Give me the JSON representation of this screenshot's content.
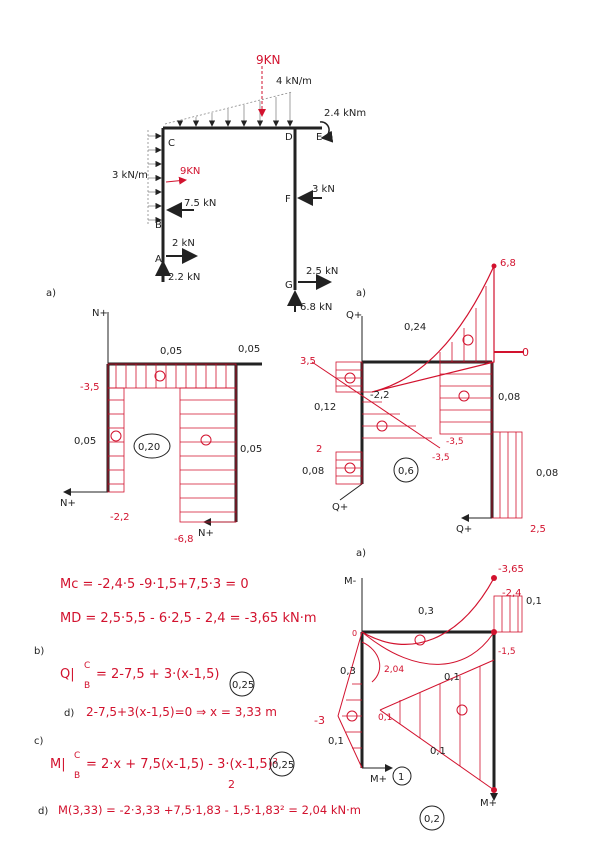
{
  "colors": {
    "ink": "#222222",
    "accent": "#d2122e"
  },
  "frame": {
    "load_top": "9KN",
    "dist_top": "4 kN/m",
    "moment_E": "2.4 kNm",
    "dist_left": "3 kN/m",
    "load_left": "9KN",
    "force_75": "7.5 kN",
    "force_F": "3 kN",
    "force_A_h": "2 kN",
    "force_A_v": "2.2 kN",
    "force_G_h": "2.5 kN",
    "force_G_v": "6.8 kN",
    "nodes": {
      "C": "C",
      "D": "D",
      "E": "E",
      "B": "B",
      "A": "A",
      "F": "F",
      "G": "G"
    }
  },
  "labels": {
    "a1": "a)",
    "a2": "a)",
    "a3": "a)",
    "b": "b)",
    "c": "c)",
    "d1": "d)",
    "d2": "d)"
  },
  "N_diagram": {
    "axis_top": "N+",
    "axis_left": "N+",
    "axis_right": "N+",
    "v_top_mid": "0,05",
    "v_top_right": "0,05",
    "v_left_top": "-3,5",
    "v_left": "0,05",
    "v_left_bottom": "-2,2",
    "v_mid": "0,05",
    "v_mid_bottom": "-6,8",
    "score": "0,20"
  },
  "Q_diagram": {
    "axis_top": "Q+",
    "axis_left": "Q+",
    "axis_right": "Q+",
    "v_peak": "6,8",
    "v_top": "0,24",
    "v_zero": "0",
    "v_left": "3,5",
    "v_neg": "-2,2",
    "v_012": "0,12",
    "v_2": "2",
    "v_008a": "0,08",
    "v_m35": "-3,5",
    "v_mid_neg": "-3,5",
    "v_008b": "0,08",
    "v_008c": "0,08",
    "v_25": "2,5",
    "score": "0,6"
  },
  "M_diagram": {
    "axis_top": "M-",
    "axis_bottom_left": "M+",
    "axis_bottom_right": "M+",
    "v_peak": "-3,65",
    "v_24": "-2,4",
    "v_01a": "0,1",
    "v_03": "0,3",
    "v_0": "0",
    "v_03b": "0,3",
    "v_204": "2,04",
    "v_minus3": "-3",
    "v_01b": "0,1",
    "v_01c": "0,1",
    "v_01d": "0,1",
    "v_01e": "0,1",
    "v_m15": "-1,5",
    "score": "1"
  },
  "equations": {
    "mc": "Mc = -2,4·5 -9·1,5+7,5·3 = 0",
    "md": "MD = 2,5·5,5 - 6·2,5 - 2,4 = -3,65 kN·m",
    "q_label": "Q|",
    "q_eq": "= 2-7,5 + 3·(x-1,5)",
    "q_score": "0,25",
    "q_solve": "2-7,5+3(x-1,5)=0  ⇒ x = 3,33 m",
    "m_label": "M|",
    "m_eq": "= 2·x + 7,5(x-1,5) - 3·(x-1,5)²",
    "m_denom": "2",
    "m_score": "0,25",
    "m_value": "M(3,33) = -2·3,33 +7,5·1,83 - 1,5·1,83² = 2,04 kN·m",
    "m_value_score": "0,2",
    "sub_c": "C",
    "sub_b": "B"
  }
}
